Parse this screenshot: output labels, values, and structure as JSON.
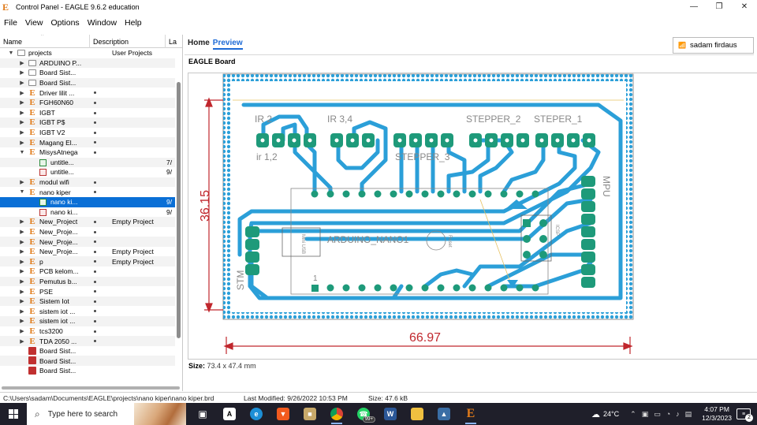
{
  "window": {
    "title": "Control Panel - EAGLE 9.6.2 education",
    "minimize": "—",
    "maximize": "❐",
    "close": "✕"
  },
  "menu": [
    "File",
    "View",
    "Options",
    "Window",
    "Help"
  ],
  "tree": {
    "columns": {
      "name": "Name",
      "description": "Description",
      "la": "La"
    },
    "rows": [
      {
        "indent": 1,
        "twisty": "▼",
        "icon": "folder",
        "label": "projects",
        "desc": "User Projects"
      },
      {
        "indent": 2,
        "twisty": "▶",
        "icon": "folder",
        "label": "ARDUINO P..."
      },
      {
        "indent": 2,
        "twisty": "▶",
        "icon": "folder",
        "label": "Board Sist..."
      },
      {
        "indent": 2,
        "twisty": "▶",
        "icon": "folder",
        "label": "Board Sist..."
      },
      {
        "indent": 2,
        "twisty": "▶",
        "icon": "eagle",
        "label": "Driver lilit ...",
        "dot": true
      },
      {
        "indent": 2,
        "twisty": "▶",
        "icon": "eagle",
        "label": "FGH60N60",
        "dot": true
      },
      {
        "indent": 2,
        "twisty": "▶",
        "icon": "eagle",
        "label": "IGBT",
        "dot": true
      },
      {
        "indent": 2,
        "twisty": "▶",
        "icon": "eagle",
        "label": "IGBT P$",
        "dot": true
      },
      {
        "indent": 2,
        "twisty": "▶",
        "icon": "eagle",
        "label": "IGBT V2",
        "dot": true
      },
      {
        "indent": 2,
        "twisty": "▶",
        "icon": "eagle",
        "label": "Magang El...",
        "dot": true
      },
      {
        "indent": 2,
        "twisty": "▼",
        "icon": "eagle",
        "label": "MisysAtnega",
        "dot": true
      },
      {
        "indent": 3,
        "twisty": "",
        "icon": "brd",
        "label": "untitle...",
        "la": "7/"
      },
      {
        "indent": 3,
        "twisty": "",
        "icon": "sch",
        "label": "untitle...",
        "la": "9/"
      },
      {
        "indent": 2,
        "twisty": "▶",
        "icon": "eagle",
        "label": "modul wifi",
        "dot": true
      },
      {
        "indent": 2,
        "twisty": "▼",
        "icon": "eagle",
        "label": "nano kiper",
        "dot": true
      },
      {
        "indent": 3,
        "twisty": "",
        "icon": "brd",
        "label": "nano ki...",
        "la": "9/",
        "selected": true
      },
      {
        "indent": 3,
        "twisty": "",
        "icon": "sch",
        "label": "nano ki...",
        "la": "9/"
      },
      {
        "indent": 2,
        "twisty": "▶",
        "icon": "eagle",
        "label": "New_Project",
        "dot": true,
        "desc": "Empty Project"
      },
      {
        "indent": 2,
        "twisty": "▶",
        "icon": "eagle",
        "label": "New_Proje...",
        "dot": true
      },
      {
        "indent": 2,
        "twisty": "▶",
        "icon": "eagle",
        "label": "New_Proje...",
        "dot": true
      },
      {
        "indent": 2,
        "twisty": "▶",
        "icon": "eagle",
        "label": "New_Proje...",
        "dot": true,
        "desc": "Empty Project"
      },
      {
        "indent": 2,
        "twisty": "▶",
        "icon": "eagle",
        "label": "p",
        "dot": true,
        "desc": "Empty Project"
      },
      {
        "indent": 2,
        "twisty": "▶",
        "icon": "eagle",
        "label": "PCB kelom...",
        "dot": true
      },
      {
        "indent": 2,
        "twisty": "▶",
        "icon": "eagle",
        "label": "Pemutus b...",
        "dot": true
      },
      {
        "indent": 2,
        "twisty": "▶",
        "icon": "eagle",
        "label": "PSE",
        "dot": true
      },
      {
        "indent": 2,
        "twisty": "▶",
        "icon": "eagle",
        "label": "Sistem Iot",
        "dot": true
      },
      {
        "indent": 2,
        "twisty": "▶",
        "icon": "eagle",
        "label": "sistem iot ...",
        "dot": true
      },
      {
        "indent": 2,
        "twisty": "▶",
        "icon": "eagle",
        "label": "sistem iot ...",
        "dot": true
      },
      {
        "indent": 2,
        "twisty": "▶",
        "icon": "eagle",
        "label": "tcs3200",
        "dot": true
      },
      {
        "indent": 2,
        "twisty": "▶",
        "icon": "eagle",
        "label": "TDA 2050 ...",
        "dot": true
      },
      {
        "indent": 2,
        "twisty": "",
        "icon": "red",
        "label": "Board Sist..."
      },
      {
        "indent": 2,
        "twisty": "",
        "icon": "red",
        "label": "Board Sist..."
      },
      {
        "indent": 2,
        "twisty": "",
        "icon": "red",
        "label": "Board Sist..."
      }
    ]
  },
  "right": {
    "tabs": {
      "home": "Home",
      "preview": "Preview"
    },
    "user": "sadam firdaus",
    "board_title": "EAGLE Board",
    "size_label": "Size:",
    "size_value": "73.4 x 47.4 mm"
  },
  "board": {
    "dim_vertical": "36.15",
    "dim_horizontal": "66.97",
    "labels": {
      "ir2": "IR 2",
      "ir34": "IR 3,4",
      "stepper2": "STEPPER_2",
      "stepper1": "STEPER_1",
      "ir12": "ir 1,2",
      "stepper3": "STEPPER_3",
      "arduino": "ARDUINO_NANO1",
      "stm": "STM",
      "mpu": "MPU",
      "pin1": "1",
      "mini_usb": "Mini USB",
      "reset": "Reset",
      "icsp": "ICSP"
    },
    "colors": {
      "trace": "#2b9fd8",
      "pad": "#1e9a7a",
      "dim": "#c0272d",
      "outline": "#555555"
    }
  },
  "status": {
    "path": "C:\\Users\\sadam\\Documents\\EAGLE\\projects\\nano kiper\\nano kiper.brd",
    "modified": "Last Modified: 9/26/2022 10:53 PM",
    "size": "Size: 47.6 kB"
  },
  "taskbar": {
    "search_placeholder": "Type here to search",
    "chrome_badge": "99+",
    "temperature": "24°C",
    "time": "4:07 PM",
    "date": "12/3/2023",
    "notifications": "2"
  }
}
